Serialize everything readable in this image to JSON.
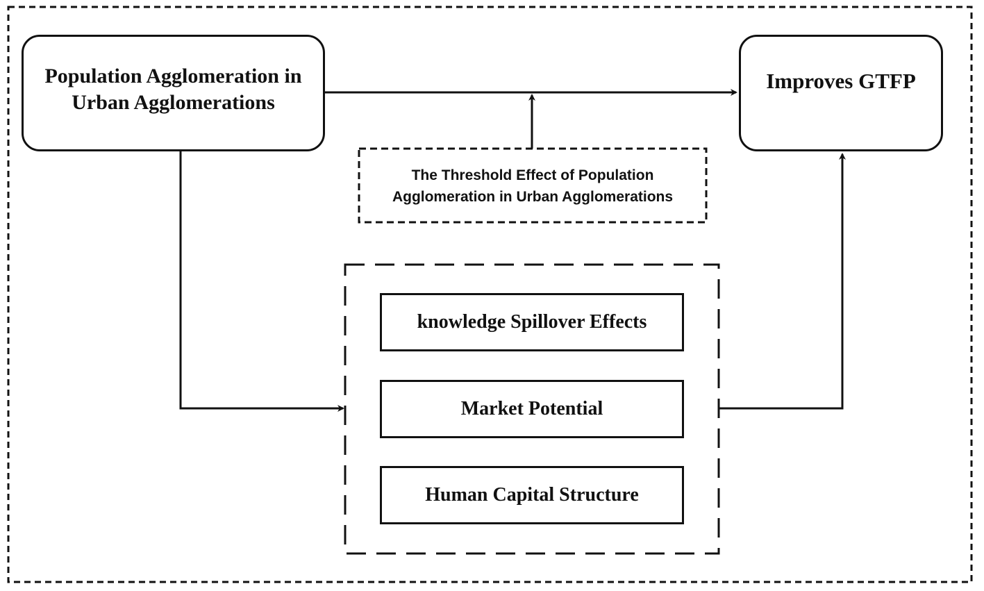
{
  "nodes": {
    "source": "Population Agglomeration in Urban Agglomerations",
    "target": "Improves GTFP",
    "threshold": "The Threshold Effect of Population Agglomeration in Urban Agglomerations"
  },
  "mechanisms": [
    "knowledge Spillover Effects",
    "Market Potential",
    "Human Capital Structure"
  ],
  "colors": {
    "line": "#111111",
    "background": "#ffffff"
  }
}
